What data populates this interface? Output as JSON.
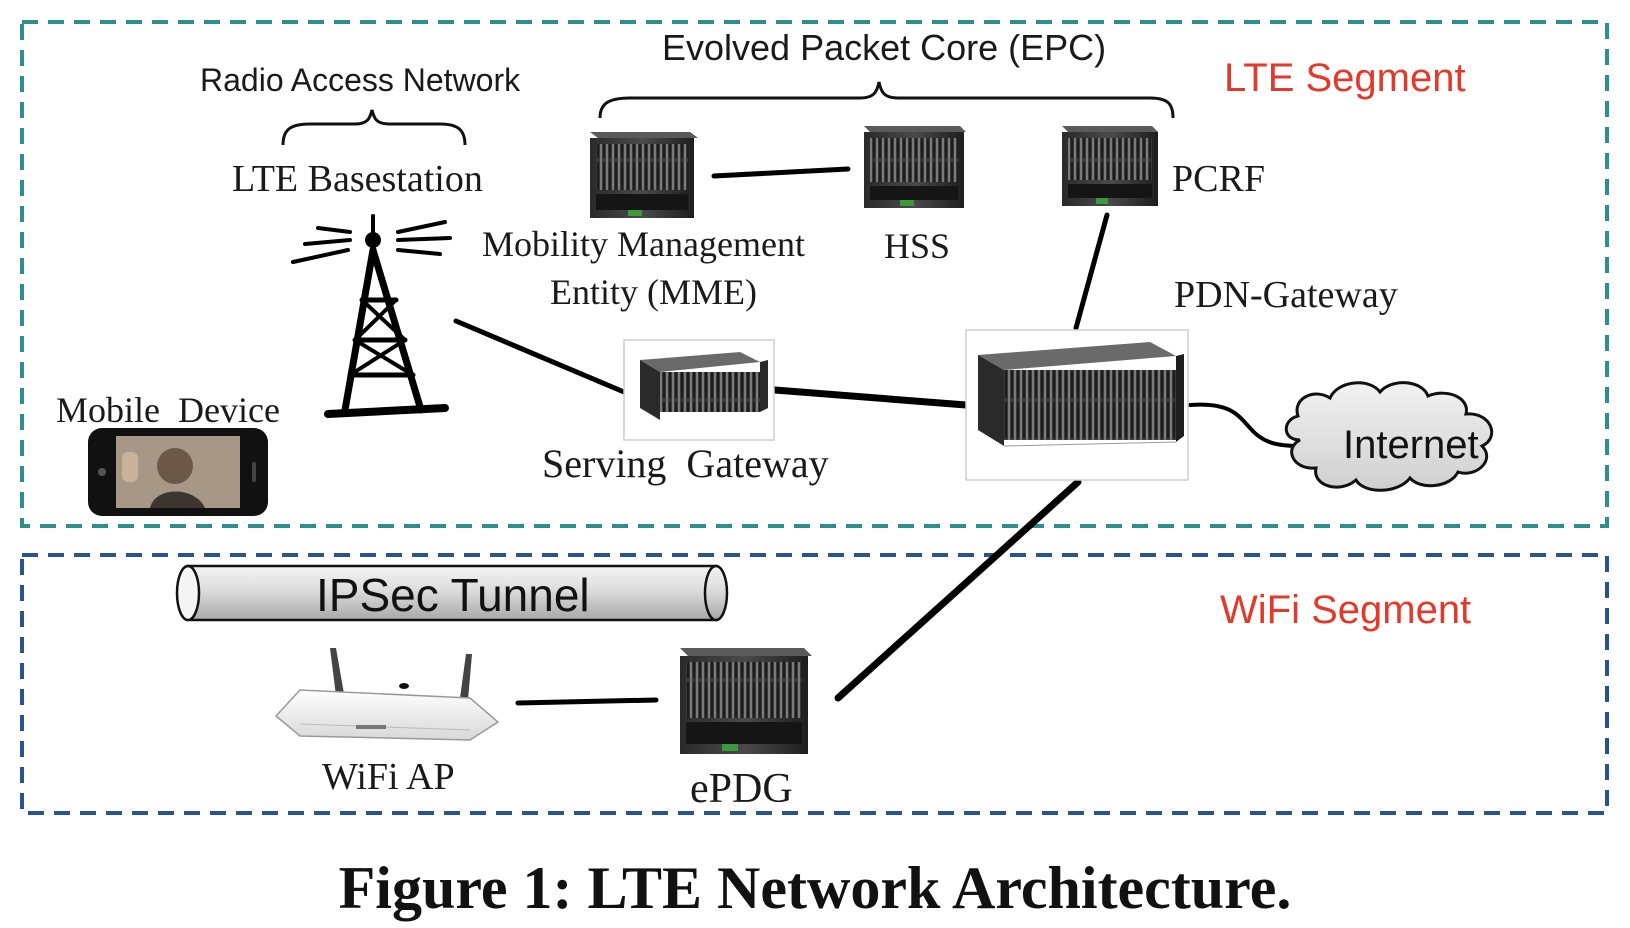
{
  "caption": "Figure 1: LTE Network Architecture.",
  "segments": {
    "lte": {
      "label": "LTE Segment",
      "border_color": "#2e8f8f",
      "label_color": "#e23a2a"
    },
    "wifi": {
      "label": "WiFi Segment",
      "border_color": "#27538f",
      "label_color": "#e23a2a"
    }
  },
  "groups": {
    "radio_access_network": "Radio Access Network",
    "evolved_packet_core": "Evolved Packet Core (EPC)"
  },
  "nodes": {
    "lte_basestation": {
      "label": "LTE Basestation",
      "icon": "cell-tower-icon"
    },
    "mobile_device": {
      "label": "Mobile  Device",
      "icon": "smartphone-icon"
    },
    "mme": {
      "label_line1": "Mobility Management",
      "label_line2": "Entity (MME)",
      "icon": "server-rack-icon"
    },
    "hss": {
      "label": "HSS",
      "icon": "server-rack-icon"
    },
    "pcrf": {
      "label": "PCRF",
      "icon": "server-rack-icon"
    },
    "pdn_gateway": {
      "label": "PDN-Gateway",
      "icon": "server-chassis-icon"
    },
    "serving_gateway": {
      "label": "Serving  Gateway",
      "icon": "server-chassis-icon"
    },
    "internet": {
      "label": "Internet",
      "icon": "cloud-icon"
    },
    "ipsec_tunnel": {
      "label": "IPSec Tunnel",
      "icon": "tunnel-icon"
    },
    "wifi_ap": {
      "label": "WiFi AP",
      "icon": "router-icon"
    },
    "epdg": {
      "label": "ePDG",
      "icon": "server-rack-icon"
    }
  },
  "links": [
    [
      "mme",
      "hss"
    ],
    [
      "pcrf",
      "pdn_gateway"
    ],
    [
      "lte_basestation",
      "serving_gateway"
    ],
    [
      "serving_gateway",
      "pdn_gateway"
    ],
    [
      "pdn_gateway",
      "internet"
    ],
    [
      "pdn_gateway",
      "epdg"
    ],
    [
      "wifi_ap",
      "epdg"
    ]
  ]
}
